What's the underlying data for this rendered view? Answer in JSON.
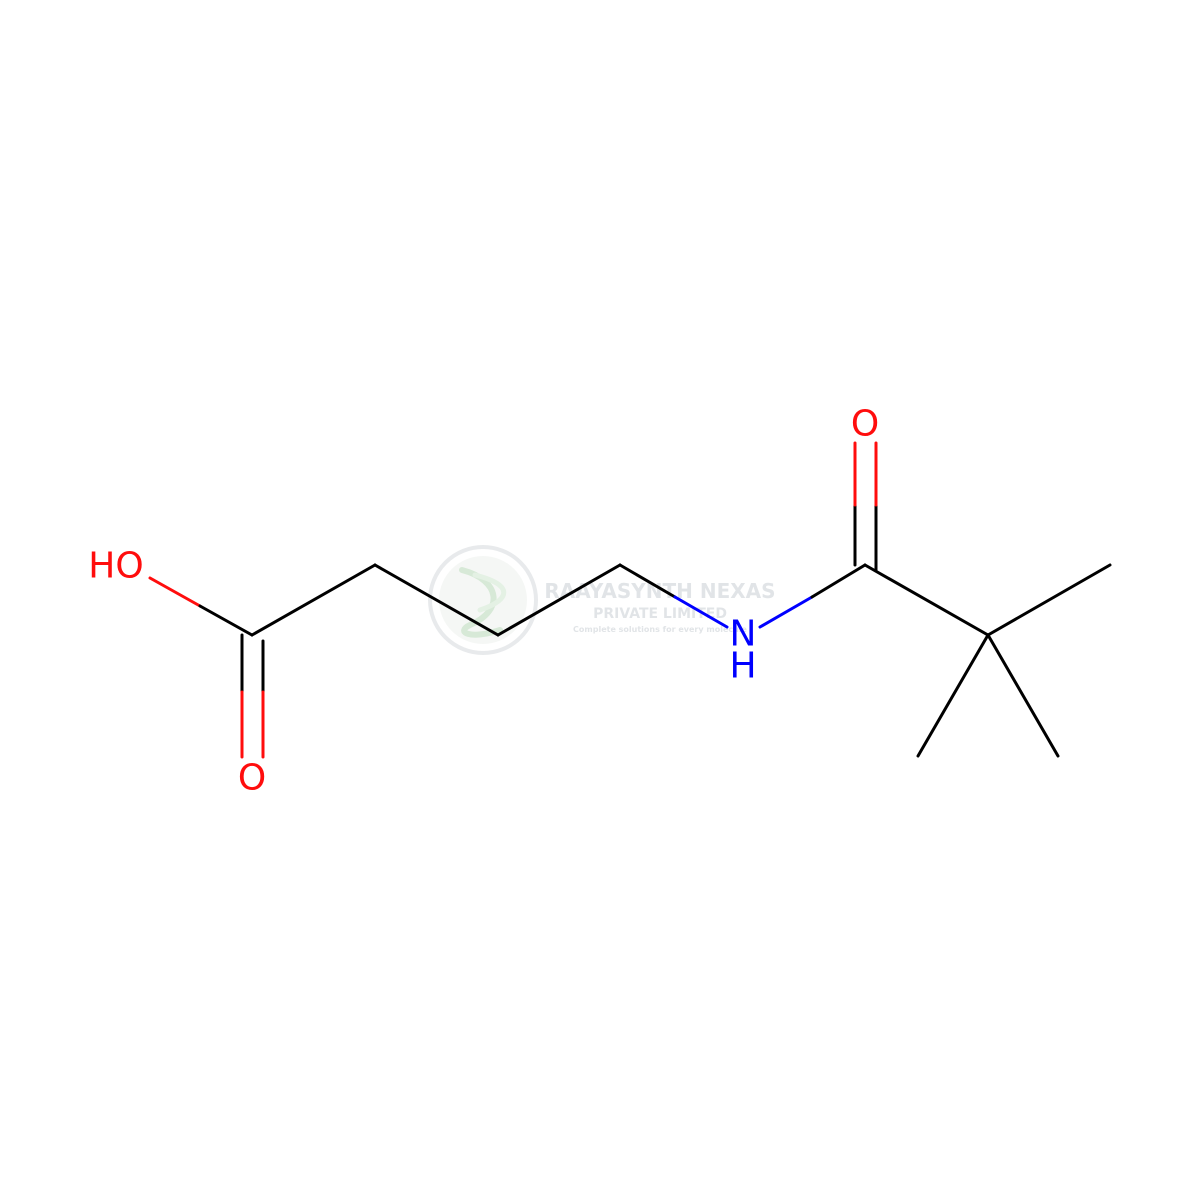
{
  "colors": {
    "carbon": "#000000",
    "oxygen": "#ff0d0d",
    "nitrogen": "#0000ff",
    "watermark": "#c9cfd4",
    "watermark_logo": "#b8d8b8"
  },
  "atoms": {
    "hydroxyl": "HO",
    "carbonyl_oxygen_acid": "O",
    "amide_nitrogen": "N",
    "amide_hydrogen": "H",
    "carbonyl_oxygen_amide": "O"
  },
  "watermark": {
    "line1": "RAAYASYNTH NEXAS",
    "line2": "PRIVATE LIMITED",
    "line3": "Complete solutions for every molecule"
  }
}
